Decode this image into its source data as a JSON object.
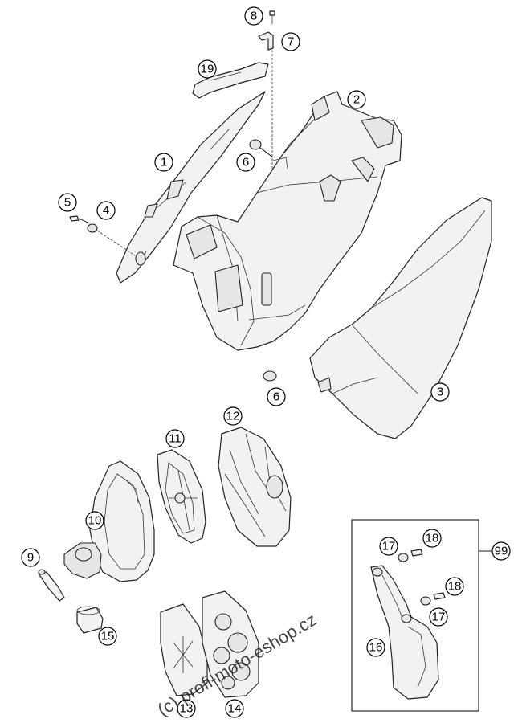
{
  "diagram": {
    "callouts": {
      "c1": "1",
      "c2": "2",
      "c3": "3",
      "c4": "4",
      "c5": "5",
      "c6a": "6",
      "c6b": "6",
      "c7": "7",
      "c8": "8",
      "c9": "9",
      "c10": "10",
      "c11": "11",
      "c12": "12",
      "c13": "13",
      "c14": "14",
      "c15": "15",
      "c16": "16",
      "c17a": "17",
      "c17b": "17",
      "c18a": "18",
      "c18b": "18",
      "c19": "19",
      "c99": "99"
    },
    "watermark": "(c) profi-moto-eshop.cz"
  }
}
